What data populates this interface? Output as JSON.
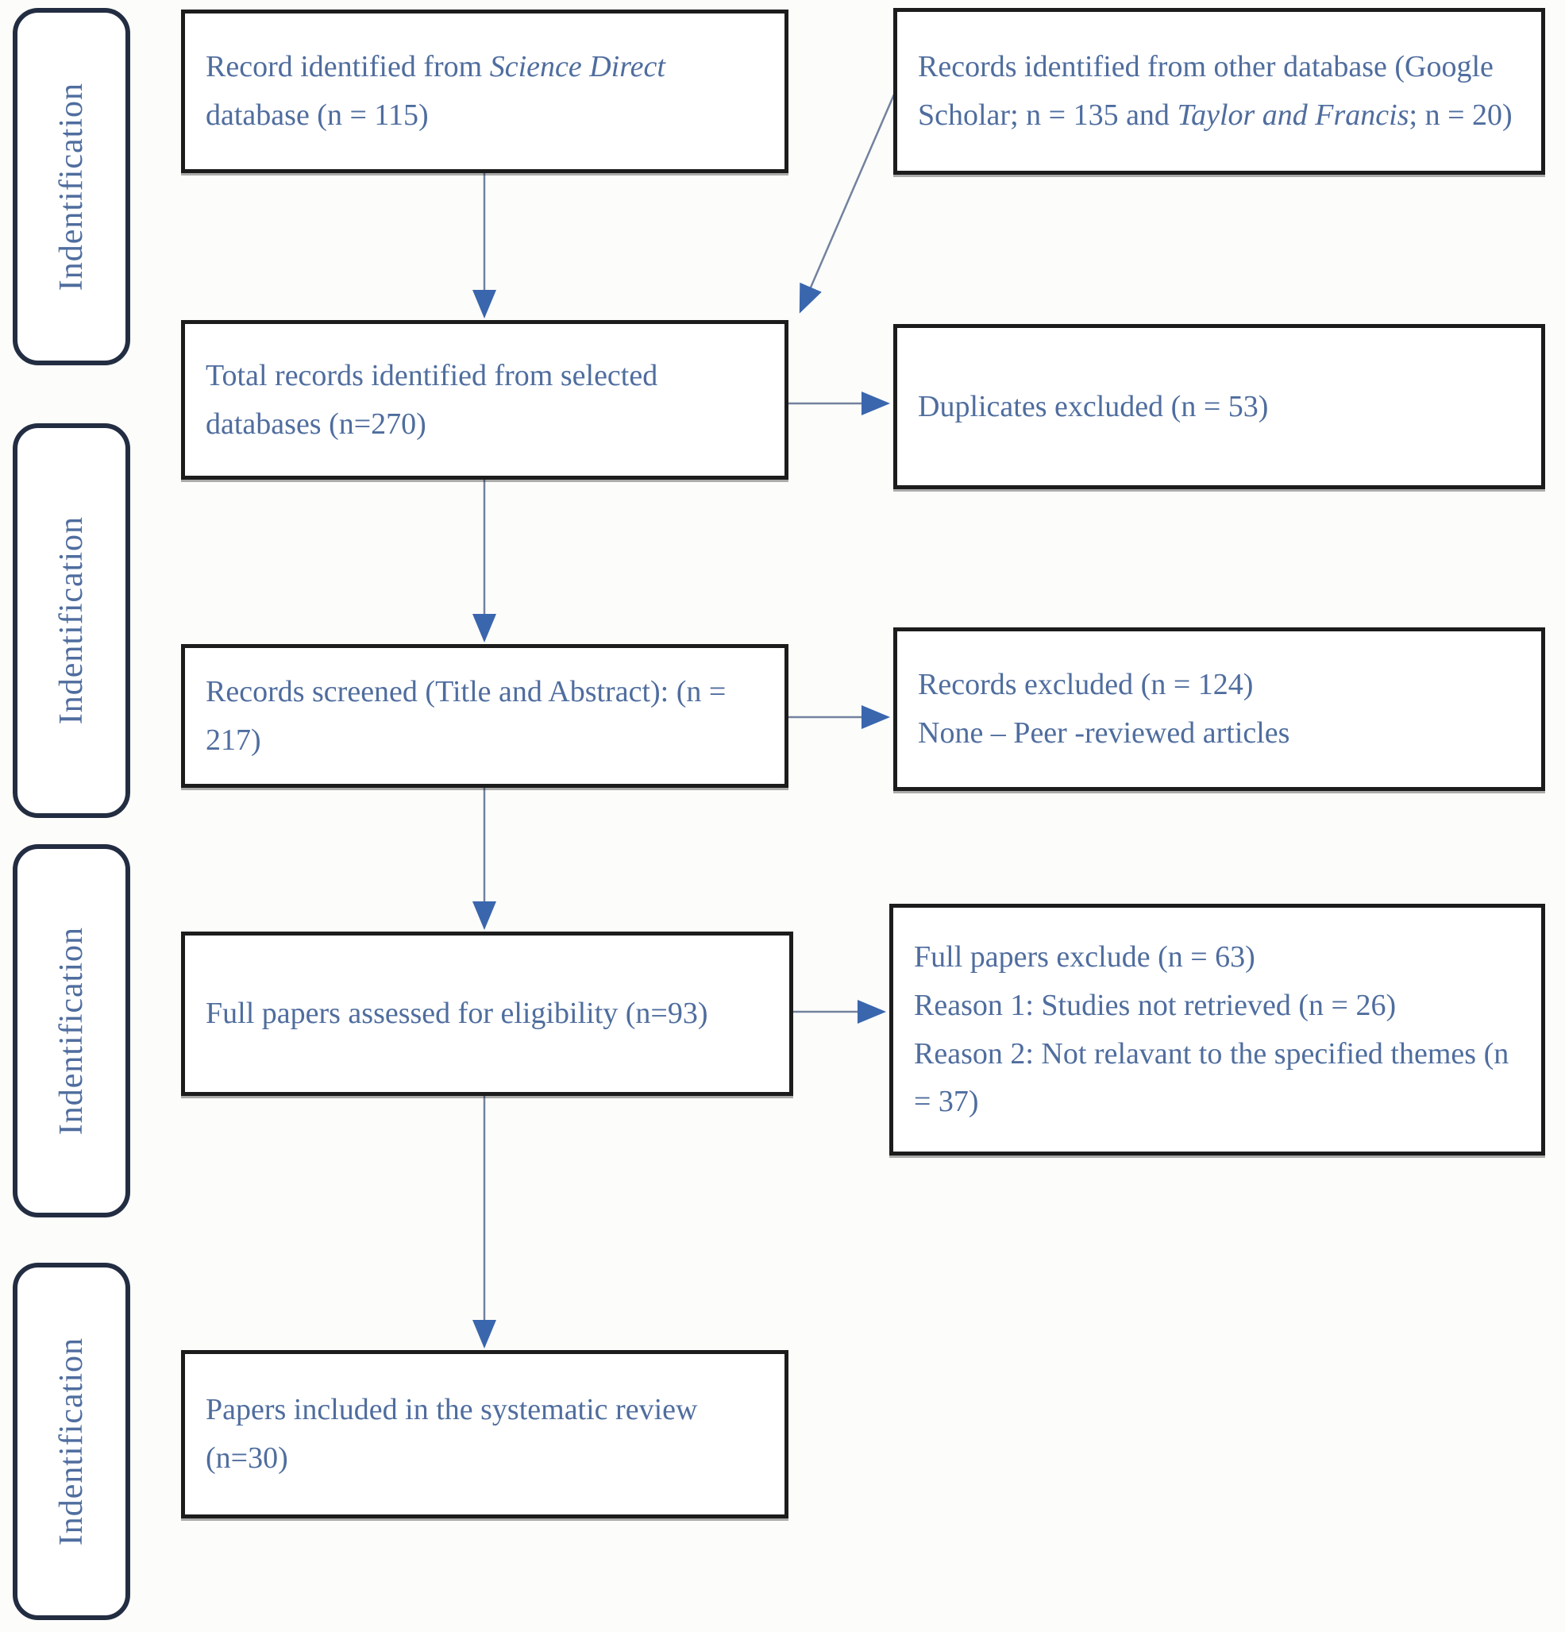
{
  "colors": {
    "text_blue": "#4f6d9e",
    "box_border": "#1c1c1c",
    "stage_border": "#232d42",
    "arrow_line": "#72829e",
    "arrow_head": "#3a66ad",
    "background": "#fcfcfa"
  },
  "stages": [
    {
      "label": "Indentification"
    },
    {
      "label": "Indentification"
    },
    {
      "label": "Indentification"
    },
    {
      "label": "Indentification"
    }
  ],
  "boxes": {
    "science_direct": {
      "segments": [
        {
          "text": "Record identified from ",
          "italic": false
        },
        {
          "text": "Science Direct",
          "italic": true
        },
        {
          "text": " database (n = 115)",
          "italic": false
        }
      ]
    },
    "other_databases": {
      "segments": [
        {
          "text": "Records identified from other database (Google Scholar; n = 135 and ",
          "italic": false
        },
        {
          "text": "Taylor and Francis",
          "italic": true
        },
        {
          "text": "; n = 20)",
          "italic": false
        }
      ]
    },
    "total_records": {
      "text": "Total records identified from selected databases (n=270)"
    },
    "duplicates_excluded": {
      "text": "Duplicates excluded (n = 53)"
    },
    "records_screened": {
      "text": "Records screened (Title and Abstract): (n = 217)"
    },
    "records_excluded": {
      "lines": [
        "Records excluded (n = 124)",
        "None – Peer -reviewed articles"
      ]
    },
    "full_papers_assessed": {
      "text": "Full papers assessed for eligibility (n=93)"
    },
    "full_papers_excluded": {
      "lines": [
        "Full papers exclude (n = 63)",
        "Reason 1: Studies not retrieved (n = 26)",
        "Reason 2: Not relavant to the specified themes (n = 37)"
      ]
    },
    "papers_included": {
      "text": "Papers included in the systematic review (n=30)"
    }
  },
  "connections": [
    {
      "from": "science_direct",
      "to": "total_records"
    },
    {
      "from": "other_databases",
      "to": "total_records"
    },
    {
      "from": "total_records",
      "to": "duplicates_excluded"
    },
    {
      "from": "total_records",
      "to": "records_screened"
    },
    {
      "from": "records_screened",
      "to": "records_excluded"
    },
    {
      "from": "records_screened",
      "to": "full_papers_assessed"
    },
    {
      "from": "full_papers_assessed",
      "to": "full_papers_excluded"
    },
    {
      "from": "full_papers_assessed",
      "to": "papers_included"
    }
  ]
}
